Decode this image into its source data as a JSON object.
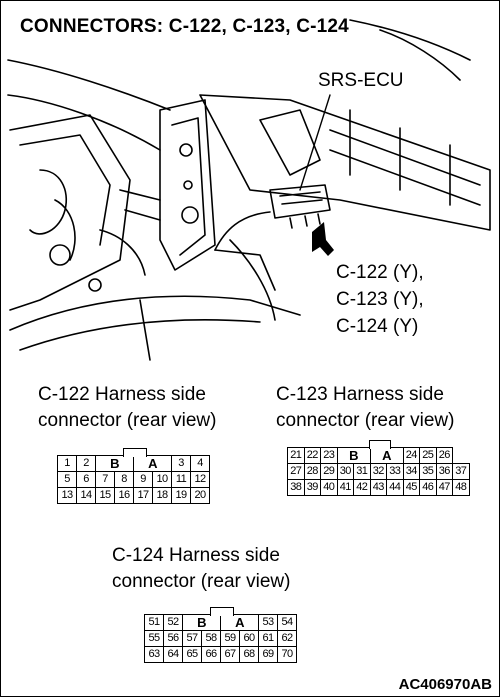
{
  "title": "CONNECTORS: C-122, C-123, C-124",
  "callouts": {
    "srs_ecu": "SRS-ECU",
    "connectors": [
      "C-122 (Y),",
      "C-123 (Y),",
      "C-124 (Y)"
    ]
  },
  "connectors": [
    {
      "id": "c122",
      "caption": [
        "C-122 Harness side",
        "connector (rear view)"
      ],
      "rows": [
        [
          "1",
          "2",
          "B",
          "A",
          "3",
          "4"
        ],
        [
          "5",
          "6",
          "7",
          "8",
          "9",
          "10",
          "11",
          "12"
        ],
        [
          "13",
          "14",
          "15",
          "16",
          "17",
          "18",
          "19",
          "20"
        ]
      ]
    },
    {
      "id": "c123",
      "caption": [
        "C-123 Harness side",
        "connector (rear view)"
      ],
      "rows": [
        [
          "21",
          "22",
          "23",
          "B",
          "A",
          "24",
          "25",
          "26"
        ],
        [
          "27",
          "28",
          "29",
          "30",
          "31",
          "32",
          "33",
          "34",
          "35",
          "36",
          "37"
        ],
        [
          "38",
          "39",
          "40",
          "41",
          "42",
          "43",
          "44",
          "45",
          "46",
          "47",
          "48"
        ]
      ]
    },
    {
      "id": "c124",
      "caption": [
        "C-124 Harness side",
        "connector (rear view)"
      ],
      "rows": [
        [
          "51",
          "52",
          "B",
          "A",
          "53",
          "54"
        ],
        [
          "55",
          "56",
          "57",
          "58",
          "59",
          "60",
          "61",
          "62"
        ],
        [
          "63",
          "64",
          "65",
          "66",
          "67",
          "68",
          "69",
          "70"
        ]
      ]
    }
  ],
  "figure_code": "AC406970AB"
}
